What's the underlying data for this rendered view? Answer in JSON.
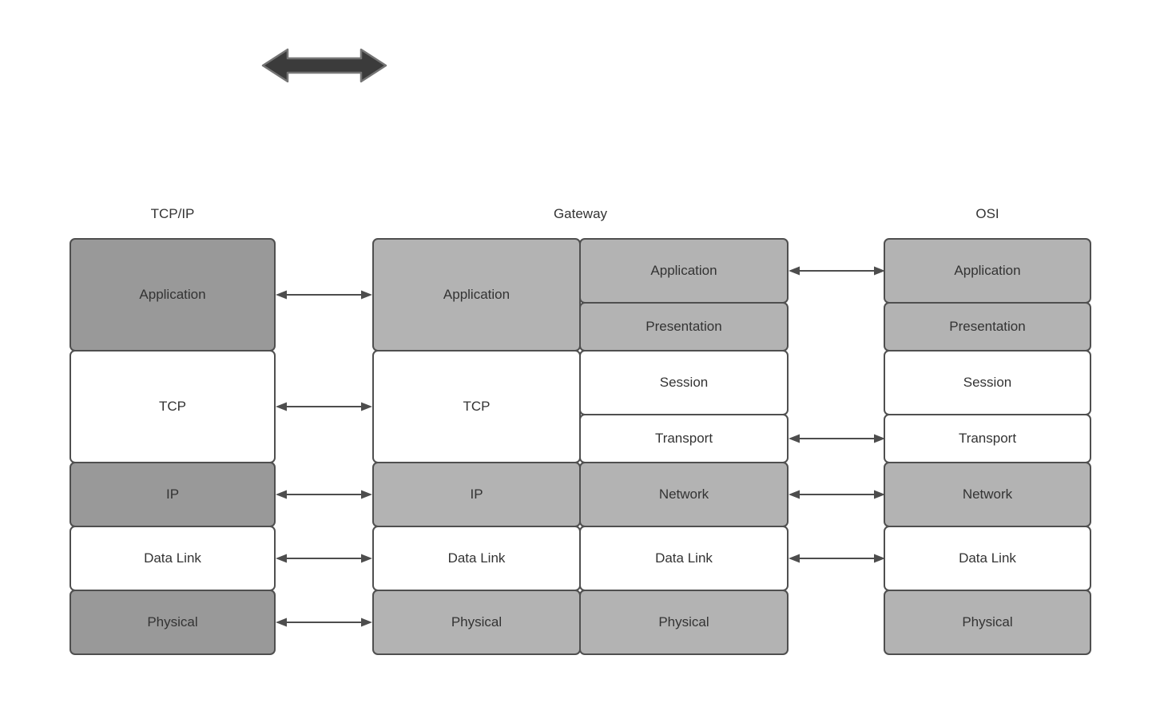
{
  "colors": {
    "dark_fill": "#999999",
    "light_fill": "#b3b3b3",
    "white_fill": "#ffffff",
    "box_stroke": "#4f4f4f",
    "text": "#333333",
    "thin_arrow": "#4d4d4d",
    "thick_arrow_fill": "#3b3b3b",
    "thick_arrow_stroke": "#757575",
    "background": "#ffffff"
  },
  "headers": {
    "tcpip": "TCP/IP",
    "gateway": "Gateway",
    "osi": "OSI"
  },
  "stacks": {
    "tcpip": {
      "rows": [
        {
          "label": "Application",
          "shade": "dark"
        },
        {
          "label": "TCP",
          "shade": "white"
        },
        {
          "label": "IP",
          "shade": "dark"
        },
        {
          "label": "Data Link",
          "shade": "white"
        },
        {
          "label": "Physical",
          "shade": "dark"
        }
      ]
    },
    "gateway_left": {
      "rows": [
        {
          "label": "Application",
          "shade": "light"
        },
        {
          "label": "TCP",
          "shade": "white"
        },
        {
          "label": "IP",
          "shade": "light"
        },
        {
          "label": "Data Link",
          "shade": "white"
        },
        {
          "label": "Physical",
          "shade": "light"
        }
      ]
    },
    "gateway_right": {
      "rows": [
        {
          "label": "Application",
          "shade": "light"
        },
        {
          "label": "Presentation",
          "shade": "light"
        },
        {
          "label": "Session",
          "shade": "white"
        },
        {
          "label": "Transport",
          "shade": "white"
        },
        {
          "label": "Network",
          "shade": "light"
        },
        {
          "label": "Data Link",
          "shade": "white"
        },
        {
          "label": "Physical",
          "shade": "light"
        }
      ]
    },
    "osi": {
      "rows": [
        {
          "label": "Application",
          "shade": "light"
        },
        {
          "label": "Presentation",
          "shade": "light"
        },
        {
          "label": "Session",
          "shade": "white"
        },
        {
          "label": "Transport",
          "shade": "white"
        },
        {
          "label": "Network",
          "shade": "light"
        },
        {
          "label": "Data Link",
          "shade": "white"
        },
        {
          "label": "Physical",
          "shade": "light"
        }
      ]
    }
  },
  "connections": {
    "tcpip_gateway": [
      "Application",
      "TCP",
      "IP",
      "Data Link",
      "Physical"
    ],
    "gateway_osi": [
      "Application",
      "Transport",
      "Network",
      "Data Link"
    ]
  }
}
